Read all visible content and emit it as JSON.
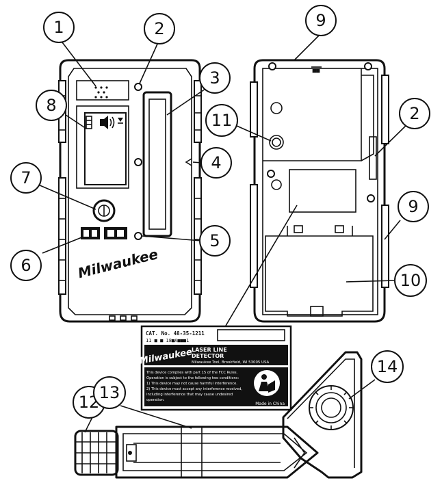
{
  "callouts": {
    "c1": "1",
    "c2a": "2",
    "c2b": "2",
    "c3": "3",
    "c4": "4",
    "c5": "5",
    "c6": "6",
    "c7": "7",
    "c8": "8",
    "c9a": "9",
    "c9b": "9",
    "c10": "10",
    "c11": "11",
    "c12": "12",
    "c13": "13",
    "c14": "14"
  },
  "label_plate": {
    "cat_no": "CAT. No. 48-35-1211",
    "mfg_date": "11 ■ ■ 18■A■■■1",
    "field_box": "",
    "brand_script": "Milwaukee",
    "product_line1": "LASER LINE",
    "product_line2": "DETECTOR",
    "address": "Milwaukee Tool, Brookfield, WI 53005 USA",
    "fcc_text": [
      "This device complies with part 15 of the FCC Rules.",
      "Operation is subject to the following two conditions:",
      "1) This device may not cause harmful interference.",
      "2) This device must accept any interference received,",
      "including interference that may cause undesired",
      "operation."
    ],
    "made_in": "Made in China"
  },
  "front": {
    "brand_script": "Milwaukee"
  }
}
